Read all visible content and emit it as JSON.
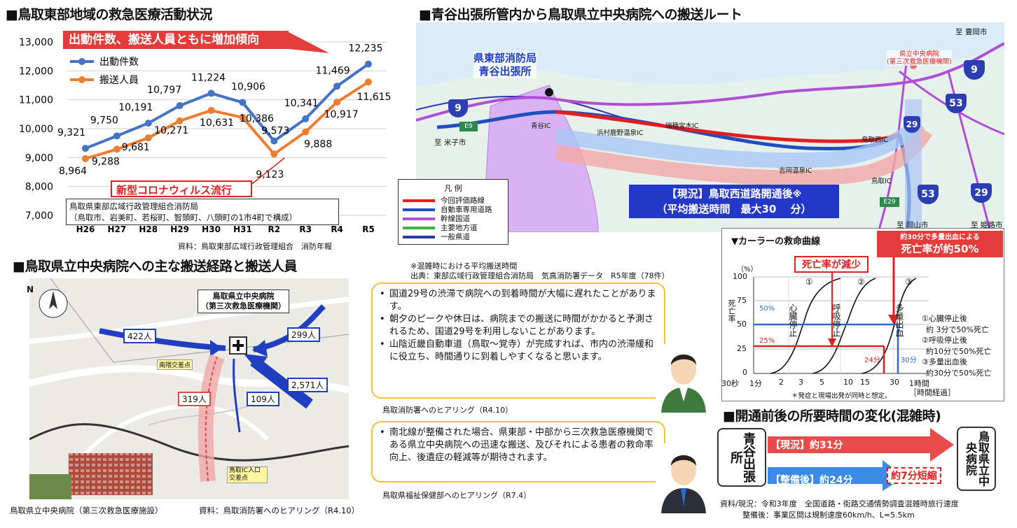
{
  "left_chart": {
    "heading": "■鳥取東部地域の救急医療活動状況",
    "banner": "出動件数、搬送人員ともに増加傾向",
    "covid_note": "新型コロナウィルス流行",
    "org_note_1": "鳥取県東部広域行政管理組合消防局",
    "org_note_2": "（鳥取市、岩美町、若桜町、智頭町、八頭町の1市4町で構成）",
    "source": "資料：鳥取東部広域行政管理組合　消防年報"
  },
  "chart_data": {
    "type": "line",
    "categories": [
      "H26",
      "H27",
      "H28",
      "H29",
      "H30",
      "H31",
      "R2",
      "R3",
      "R4",
      "R5"
    ],
    "series": [
      {
        "name": "出動件数",
        "values": [
          9321,
          9750,
          10191,
          10797,
          11224,
          10906,
          9573,
          10341,
          11469,
          12235
        ],
        "labels": [
          "9,321",
          "9,750",
          "10,191",
          "10,797",
          "11,224",
          "10,906",
          "9,573",
          "10,341",
          "11,469",
          "12,235"
        ]
      },
      {
        "name": "搬送人員",
        "values": [
          8964,
          9288,
          9681,
          10271,
          10631,
          10386,
          9123,
          9888,
          10917,
          11615
        ],
        "labels": [
          "8,964",
          "9,288",
          "9,681",
          "10,271",
          "10,631",
          "10,386",
          "9,123",
          "9,888",
          "10,917",
          "11,615"
        ]
      }
    ],
    "yticks": [
      "13,000",
      "12,000",
      "11,000",
      "10,000",
      "9,000",
      "8,000",
      "7,000"
    ],
    "ylim": [
      7000,
      13000
    ],
    "colors": {
      "dispatch": "#4472c4",
      "transport": "#ed7d31"
    },
    "grid": true
  },
  "map_section": {
    "heading": "■鳥取県立中央病院への主な搬送経路と搬送人員",
    "hospital_label_1": "鳥取県立中央病院",
    "hospital_label_2": "（第三次救急医療機関）",
    "flows": [
      "422人",
      "299人",
      "2,571人",
      "319人",
      "109人"
    ],
    "spot_1": "南隈交差点",
    "spot_2": "鳥取IC入口交差点",
    "north": "N",
    "caption_photo": "鳥取県立中央病院（第三次救急医療施設）",
    "caption_source": "資料：鳥取消防署へのヒアリング（R4.10）"
  },
  "route_section": {
    "heading": "■青谷出張所管内から鳥取県立中央病院への搬送ルート",
    "station_label_1": "県東部消防局",
    "station_label_2": "青谷出張所",
    "hospital_label_1": "県立中央病院",
    "hospital_label_2": "(第三次救急医療機関)",
    "place_labels": [
      "青谷IC",
      "浜村鹿野温泉IC",
      "瑞穂宝木IC",
      "鳥取西IC",
      "吉岡温泉IC",
      "鳥取IC",
      "至 米子市",
      "至 豊岡市",
      "至 岡山市",
      "至 姫路市"
    ],
    "route_shields": [
      "9",
      "E9",
      "9",
      "53",
      "29",
      "53",
      "29",
      "E29"
    ],
    "current_banner_1": "【現況】鳥取西道路開通後",
    "current_banner_mark": "※",
    "current_banner_2": "（平均搬送時間　最大30　 分）",
    "legend_title": "凡 例",
    "legend": [
      {
        "label": "今回評価路線",
        "color": "#e02020"
      },
      {
        "label": "自動車専用道路",
        "color": "#1f4fbf"
      },
      {
        "label": "幹線国道",
        "color": "#b04fd6"
      },
      {
        "label": "主要地方道",
        "color": "#3ab53a"
      },
      {
        "label": "一般県道",
        "color": "#2a3c9a"
      }
    ],
    "note_1": "※混雑時における平均搬送時間",
    "note_2": "出典：東部広域行政管理組合消防局　気高消防署データ　R5年度（78件）"
  },
  "hearing_1": {
    "items": [
      "国道29号の渋滞で病院への到着時間が大幅に遅れたことがあります。",
      "朝夕のピークや休日は、病院までの搬送に時間がかかると予測されるため、国道29号を利用しないことがあります。",
      "山陰近畿自動車道（鳥取～覚寺）が完成すれば、市内の渋滞緩和に役立ち、時間通りに到着しやすくなると思います。"
    ],
    "caption": "鳥取消防署へのヒアリング（R4.10）"
  },
  "hearing_2": {
    "items": [
      "南北線が整備された場合、県東部・中部から三次救急医療機関である県立中央病院への迅速な搬送、及びそれによる患者の救命率向上、後遺症の軽減等が期待されます。"
    ],
    "caption": "鳥取県福祉保健部へのヒアリング（R7.4）"
  },
  "carler": {
    "title": "▼カーラーの救命曲線",
    "callout_reduce": "死亡率が減少",
    "callout_50_1": "約30分で多量出血による",
    "callout_50_2": "死亡率が約50%",
    "y_unit": "（%）",
    "y_label": "死亡率",
    "y_ticks": [
      "100",
      "75",
      "50",
      "25",
      "0"
    ],
    "x_ticks": [
      "30秒",
      "1分",
      "2",
      "3",
      "5",
      "10",
      "15",
      "30",
      "1時間"
    ],
    "x_unit": "［時間経過］",
    "curve_labels": [
      "心臓停止",
      "呼吸停止",
      "多量出血"
    ],
    "curve_nums": [
      "①",
      "②",
      "③"
    ],
    "mark_50": "50%",
    "mark_25": "25%",
    "mark_24": "24分",
    "mark_30": "30分",
    "explain": [
      "①心臓停止後",
      "約 3分で50%死亡",
      "②呼吸停止後",
      "約10分で50%死亡",
      "③多量出血後",
      "約30分で50%死亡"
    ],
    "footnote": "＊発症と現場出発が同時と想定。"
  },
  "time_change": {
    "heading": "■開通前後の所要時間の変化(混雑時)",
    "from_node": "青谷出張所",
    "to_node": "鳥取県立中央病院",
    "current": "【現況】約31分",
    "after": "【整備後】約24分",
    "reduction": "約7分短縮",
    "source_1": "資料/現況：令和3年度　全国道路・街路交通情勢調査混雑時旅行速度",
    "source_2": "整備後：事業区間は規制速度60km/h、L=5.5km"
  }
}
